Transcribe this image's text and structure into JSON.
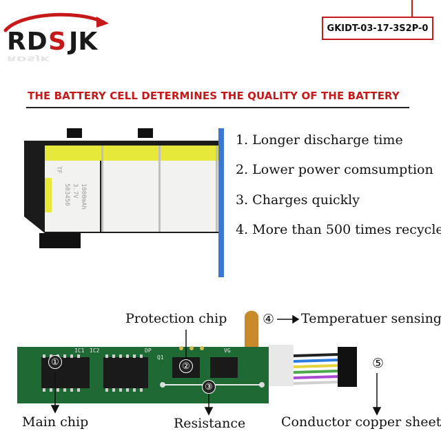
{
  "brand": {
    "logo_text": "RDSJK",
    "accent": "#c61a1a"
  },
  "model": {
    "code": "GKIDT-03-17-3S2P-0"
  },
  "headline": "THE BATTERY CELL DETERMINES THE QUALITY OF THE BATTERY",
  "features": [
    "1. Longer discharge time",
    "2. Lower power comsumption",
    "3. Charges quickly",
    "4. More than 500 times recycle"
  ],
  "cells": {
    "brand_text": "TF",
    "model_text": "503450",
    "voltage_text": "3.7V",
    "capacity_text": "1000mAh"
  },
  "pcb": {
    "silkscreen": [
      "IC1",
      "IC2",
      "DP",
      "Q1",
      "VG"
    ],
    "callouts": {
      "protection_chip": "Protection chip",
      "temperature_marker": "④",
      "temperature": "Temperatuer sensing",
      "main_chip_marker": "①",
      "protection_marker": "②",
      "resistance_marker": "③",
      "main_chip": "Main chip",
      "resistance": "Resistance",
      "connector_marker": "⑤",
      "connector": "Conductor copper sheet"
    }
  }
}
